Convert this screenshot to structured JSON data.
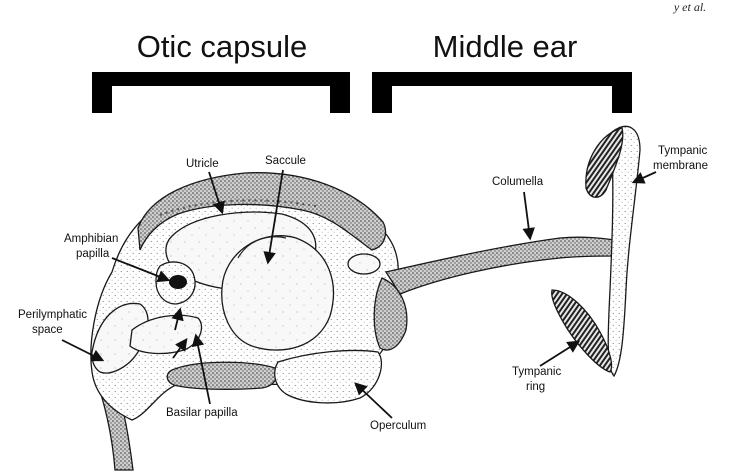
{
  "corner_text": "y et al.",
  "headers": {
    "otic_capsule": "Otic capsule",
    "middle_ear": "Middle ear"
  },
  "labels": {
    "utricle": "Utricle",
    "saccule": "Saccule",
    "columella": "Columella",
    "tympanic_membrane_1": "Tympanic",
    "tympanic_membrane_2": "membrane",
    "amphibian_papilla_1": "Amphibian",
    "amphibian_papilla_2": "papilla",
    "perilymphatic_space_1": "Perilymphatic",
    "perilymphatic_space_2": "space",
    "tympanic_ring_1": "Tympanic",
    "tympanic_ring_2": "ring",
    "basilar_papilla": "Basilar papilla",
    "operculum": "Operculum"
  }
}
